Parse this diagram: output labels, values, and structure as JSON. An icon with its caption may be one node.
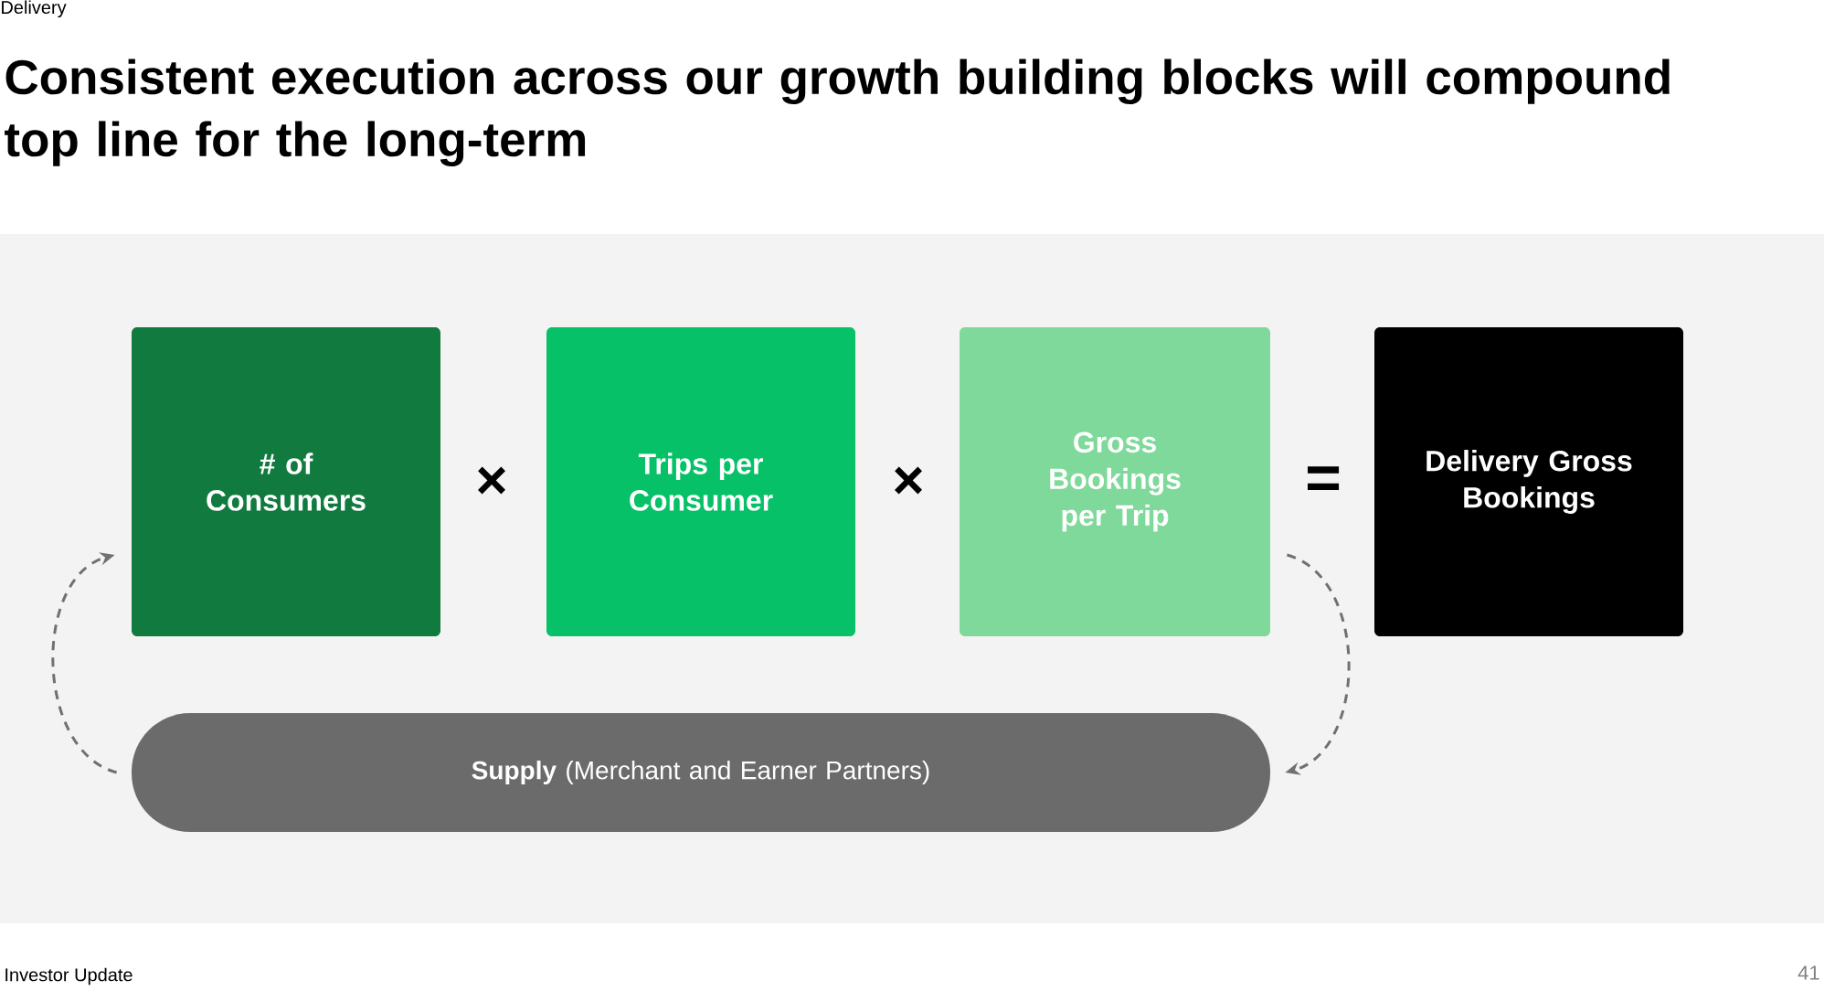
{
  "diagram": {
    "title": "Consistent execution across our growth building blocks will compound top line for the long-term",
    "nodes": [
      {
        "text": [
          "# of Consumers"
        ]
      },
      {
        "text": [
          "Trips per Consumer"
        ]
      },
      {
        "text": [
          "Gross Bookings per Trip"
        ]
      },
      {
        "text": [
          "Delivery Gross Bookings"
        ]
      },
      {
        "text": [
          "**Supply** (Merchant and Earner Partners)"
        ]
      }
    ],
    "edges": [
      {
        "from": 2,
        "to": 4,
        "arrow": "to",
        "style": "dashed"
      },
      {
        "from": 4,
        "to": 0,
        "arrow": "to",
        "style": "dashed"
      }
    ],
    "labels": [
      "Delivery",
      "×",
      "×",
      "=",
      "Investor Update",
      "41"
    ]
  }
}
